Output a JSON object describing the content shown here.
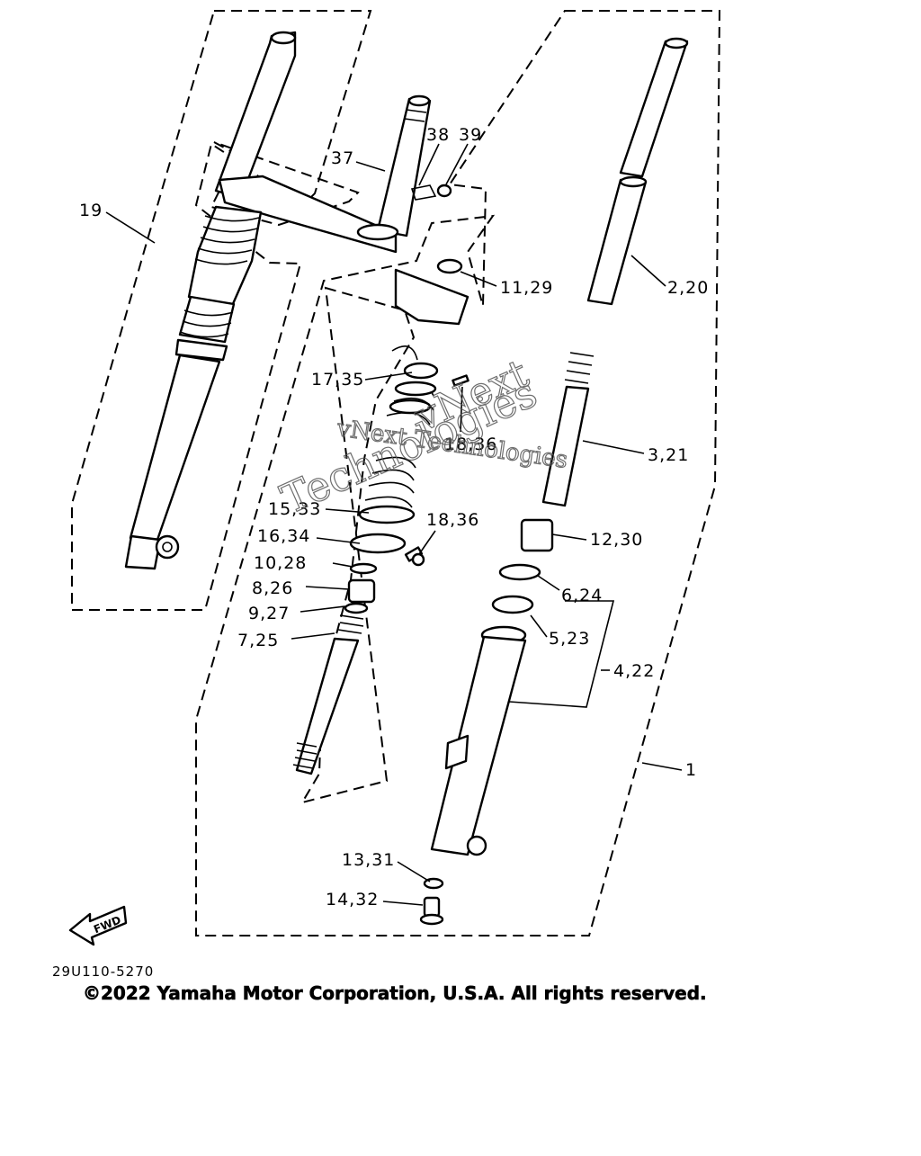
{
  "diagram": {
    "callouts": {
      "c37": "37",
      "c38": "38",
      "c39": "39",
      "c19": "19",
      "c11_29": "11,29",
      "c2_20": "2,20",
      "c17_35": "17,35",
      "c18_36a": "18,36",
      "c3_21": "3,21",
      "c15_33": "15,33",
      "c18_36b": "18,36",
      "c12_30": "12,30",
      "c16_34": "16,34",
      "c10_28": "10,28",
      "c6_24": "6,24",
      "c8_26": "8,26",
      "c9_27": "9,27",
      "c5_23": "5,23",
      "c7_25": "7,25",
      "c4_22": "4,22",
      "c1": "1",
      "c13_31": "13,31",
      "c14_32": "14,32"
    },
    "fwd_arrow_label": "FWD",
    "drawing_code": "29U110-5270"
  },
  "watermark": {
    "line1": "vNext Technologies",
    "line2": "vNext",
    "line3": "Technologies"
  },
  "copyright": "©2022 Yamaha Motor Corporation, U.S.A. All rights reserved.",
  "colors": {
    "ink": "#000000",
    "background": "#ffffff"
  }
}
